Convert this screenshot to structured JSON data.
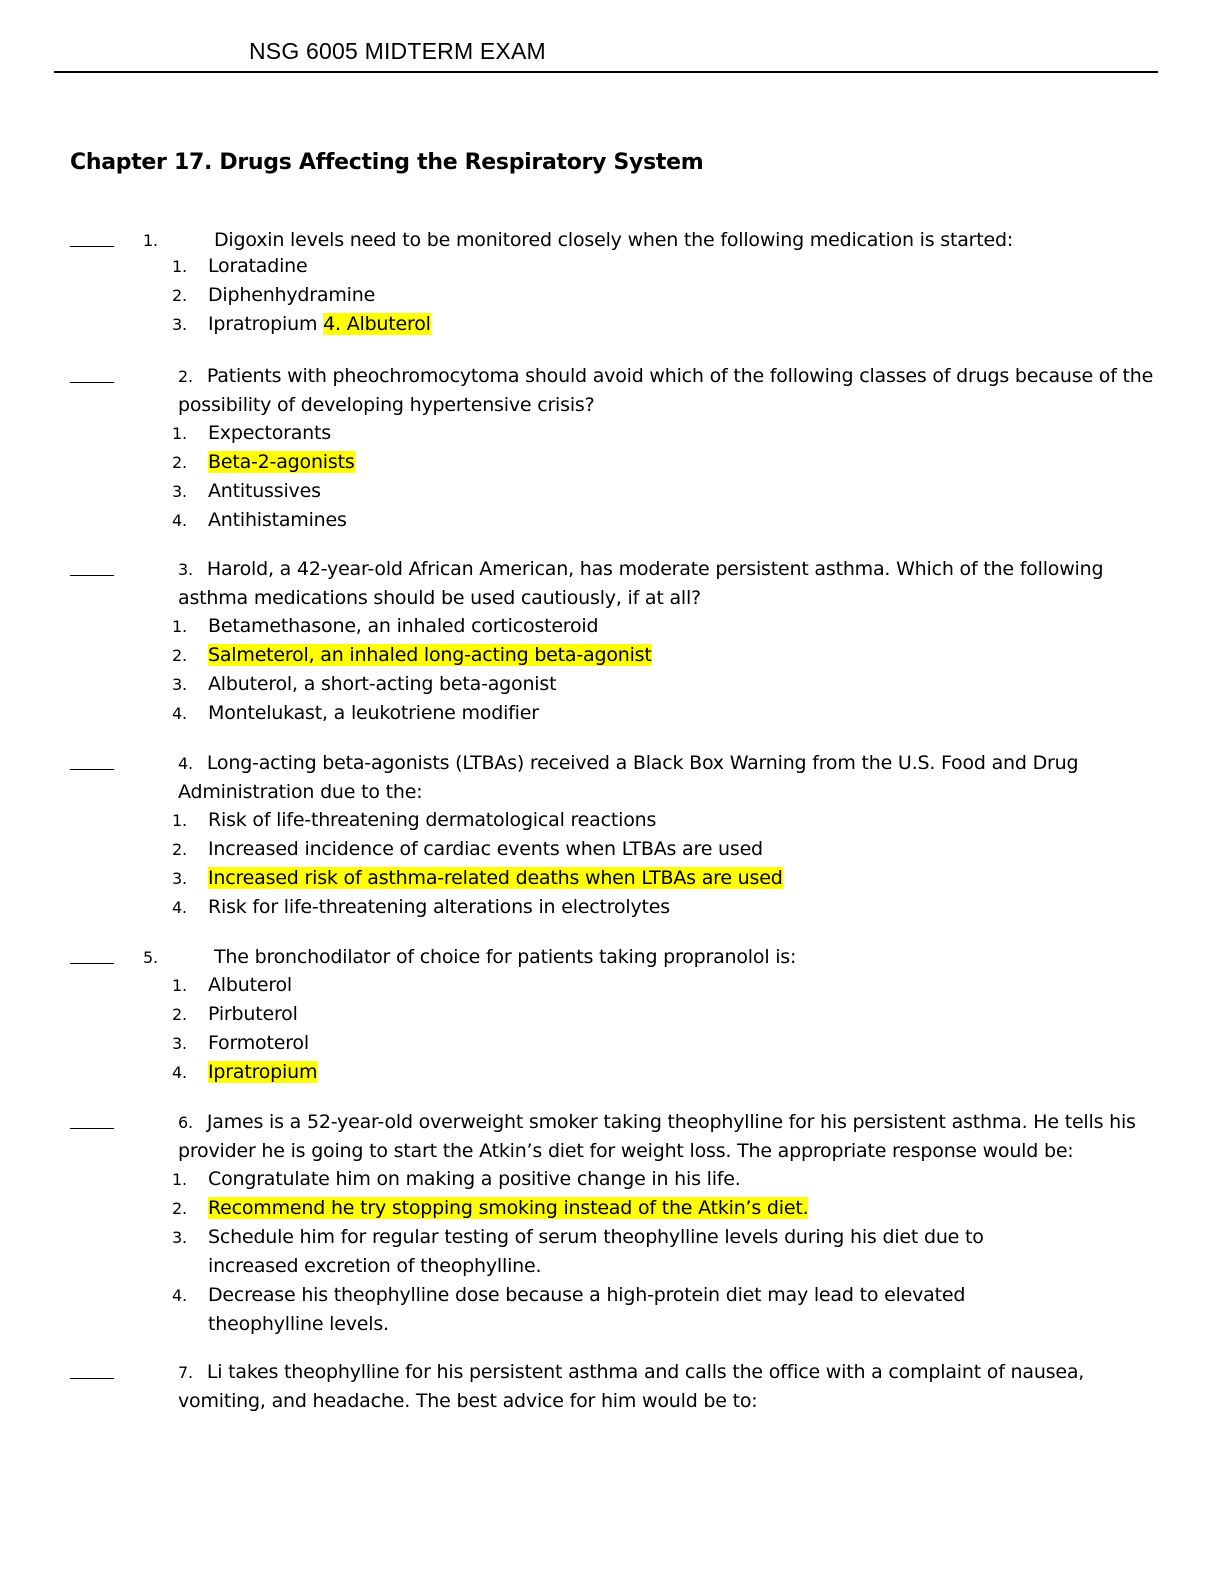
{
  "header": {
    "title": "NSG 6005 MIDTERM EXAM"
  },
  "chapter": {
    "title": "Chapter 17. Drugs Affecting the Respiratory System"
  },
  "blank": "____",
  "questions": [
    {
      "num": "1.",
      "text": "Digoxin levels need to be monitored closely when the following medication is started:",
      "options": [
        {
          "num": "1.",
          "text": "Loratadine"
        },
        {
          "num": "2.",
          "text": "Diphenhydramine"
        },
        {
          "num": "3.",
          "text": "Ipratropium",
          "extra": "4.  Albuterol"
        }
      ]
    },
    {
      "num": "2.",
      "text": "Patients with pheochromocytoma should avoid which of the following classes of drugs because of the possibility of developing hypertensive crisis?",
      "options": [
        {
          "num": "1.",
          "text": "Expectorants"
        },
        {
          "num": "2.",
          "text": "Beta-2-agonists"
        },
        {
          "num": "3.",
          "text": "Antitussives"
        },
        {
          "num": "4.",
          "text": "Antihistamines"
        }
      ]
    },
    {
      "num": "3.",
      "text": "Harold, a 42-year-old African American, has moderate persistent asthma. Which of the following asthma medications should be used cautiously, if at all?",
      "options": [
        {
          "num": "1.",
          "text": "Betamethasone, an inhaled corticosteroid"
        },
        {
          "num": "2.",
          "text": "Salmeterol, an inhaled long-acting beta-agonist"
        },
        {
          "num": "3.",
          "text": "Albuterol, a short-acting beta-agonist"
        },
        {
          "num": "4.",
          "text": "Montelukast, a leukotriene modifier"
        }
      ]
    },
    {
      "num": "4.",
      "text": "Long-acting beta-agonists (LTBAs) received a Black Box Warning from the U.S. Food and Drug Administration due to the:",
      "options": [
        {
          "num": "1.",
          "text": "Risk of life-threatening dermatological reactions"
        },
        {
          "num": "2.",
          "text": "Increased incidence of cardiac events when LTBAs are used"
        },
        {
          "num": "3.",
          "text": "Increased risk of asthma-related deaths when LTBAs are used"
        },
        {
          "num": "4.",
          "text": "Risk for life-threatening alterations in electrolytes"
        }
      ]
    },
    {
      "num": "5.",
      "text": "The bronchodilator of choice for patients taking propranolol is:",
      "options": [
        {
          "num": "1.",
          "text": "Albuterol"
        },
        {
          "num": "2.",
          "text": "Pirbuterol"
        },
        {
          "num": "3.",
          "text": "Formoterol"
        },
        {
          "num": "4.",
          "text": "Ipratropium"
        }
      ]
    },
    {
      "num": "6.",
      "text": "James is a 52-year-old overweight smoker taking theophylline for his persistent asthma. He tells his provider he is going to start the Atkin’s diet for weight loss. The appropriate response would be:",
      "options": [
        {
          "num": "1.",
          "text": "Congratulate him on making a positive change in his life."
        },
        {
          "num": "2.",
          "text": "Recommend he try stopping smoking instead of the Atkin’s diet."
        },
        {
          "num": "3.",
          "text": "Schedule him for regular testing of serum theophylline levels during his diet due to increased excretion of theophylline."
        },
        {
          "num": "4.",
          "text": "Decrease his theophylline dose because a high-protein diet may lead to elevated theophylline levels."
        }
      ]
    },
    {
      "num": "7.",
      "text": "Li takes theophylline for his persistent asthma and calls the office with a complaint of nausea, vomiting, and headache. The best advice for him would be to:",
      "options": []
    }
  ]
}
